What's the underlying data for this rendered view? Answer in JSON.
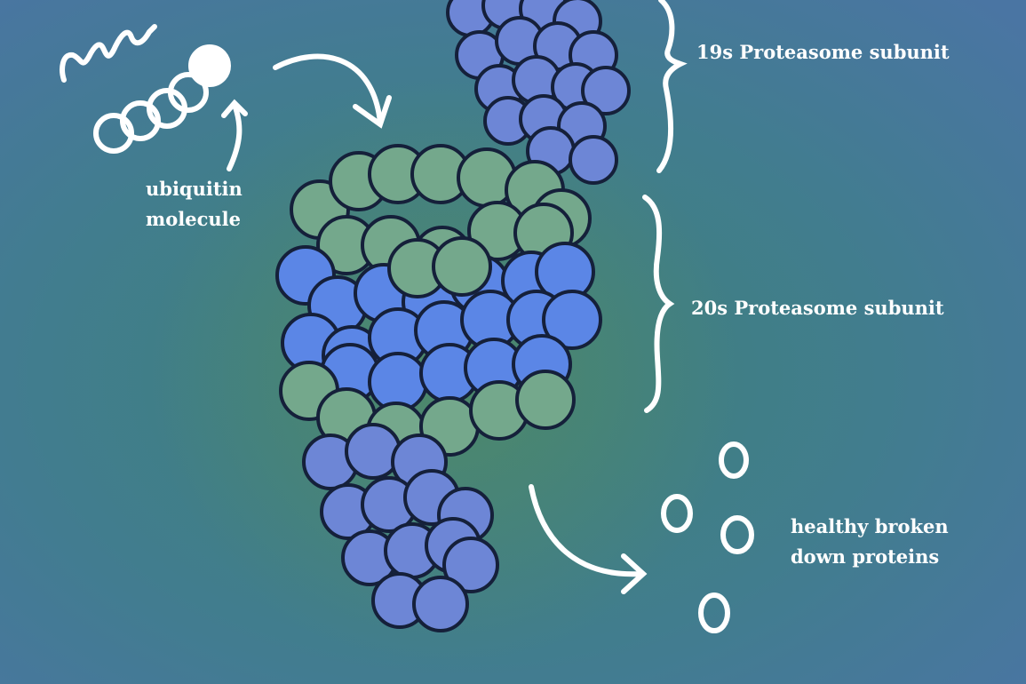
{
  "labels": {
    "subunit_19s": "19s Proteasome subunit",
    "subunit_20s": "20s Proteasome subunit",
    "ubiquitin_line1": "ubiquitin",
    "ubiquitin_line2": "molecule",
    "broken_line1": "healthy broken",
    "broken_line2": "down proteins"
  },
  "colors": {
    "background_center": "#3f7f86",
    "background_edge": "#4a78a0",
    "subunit_19s_fill": "#6d86d6",
    "subunit_20s_outer_fill": "#74a88c",
    "subunit_20s_inner_fill": "#5b86e6",
    "outline": "#15203a",
    "annotation": "#ffffff"
  }
}
